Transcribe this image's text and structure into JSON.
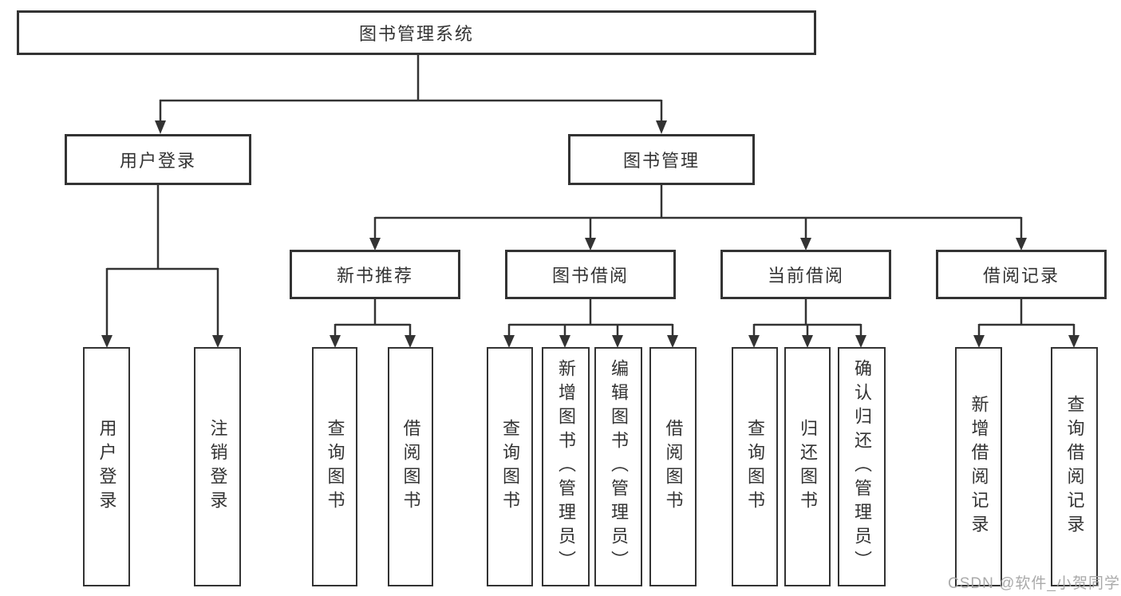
{
  "tree": {
    "root": {
      "label": "图书管理系统",
      "children": [
        {
          "label": "用户登录",
          "children": [
            {
              "label": "用户登录"
            },
            {
              "label": "注销登录"
            }
          ]
        },
        {
          "label": "图书管理",
          "children": [
            {
              "label": "新书推荐",
              "children": [
                {
                  "label": "查询图书"
                },
                {
                  "label": "借阅图书"
                }
              ]
            },
            {
              "label": "图书借阅",
              "children": [
                {
                  "label": "查询图书"
                },
                {
                  "label": "新增图书（管理员）"
                },
                {
                  "label": "编辑图书（管理员）"
                },
                {
                  "label": "借阅图书"
                }
              ]
            },
            {
              "label": "当前借阅",
              "children": [
                {
                  "label": "查询图书"
                },
                {
                  "label": "归还图书"
                },
                {
                  "label": "确认归还（管理员）"
                }
              ]
            },
            {
              "label": "借阅记录",
              "children": [
                {
                  "label": "新增借阅记录"
                },
                {
                  "label": "查询借阅记录"
                }
              ]
            }
          ]
        }
      ]
    }
  },
  "watermark": {
    "text": "CSDN @软件_小贺同学"
  },
  "colors": {
    "line": "#333333",
    "text": "#333333",
    "background": "#ffffff",
    "watermark": "#a3a3a3"
  }
}
